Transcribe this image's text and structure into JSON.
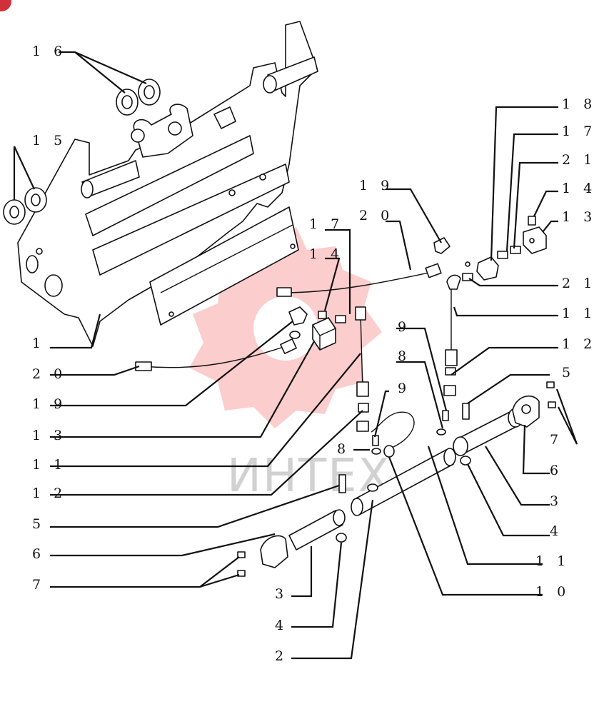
{
  "watermark": {
    "text": "ИНТЕХ",
    "color": "#ef4d4d"
  },
  "callouts": [
    {
      "id": "c16",
      "text": "1 6"
    },
    {
      "id": "c15",
      "text": "1 5"
    },
    {
      "id": "c1",
      "text": "1"
    },
    {
      "id": "c20a",
      "text": "2 0"
    },
    {
      "id": "c19a",
      "text": "1 9"
    },
    {
      "id": "c13a",
      "text": "1 3"
    },
    {
      "id": "c11a",
      "text": "1 1"
    },
    {
      "id": "c12a",
      "text": "1 2"
    },
    {
      "id": "c5a",
      "text": "5"
    },
    {
      "id": "c6a",
      "text": "6"
    },
    {
      "id": "c7a",
      "text": "7"
    },
    {
      "id": "c3a",
      "text": "3"
    },
    {
      "id": "c4a",
      "text": "4"
    },
    {
      "id": "c2",
      "text": "2"
    },
    {
      "id": "c17a",
      "text": "1 7"
    },
    {
      "id": "c14a",
      "text": "1 4"
    },
    {
      "id": "c19b",
      "text": "1 9"
    },
    {
      "id": "c20b",
      "text": "2 0"
    },
    {
      "id": "c18",
      "text": "1 8"
    },
    {
      "id": "c17b",
      "text": "1 7"
    },
    {
      "id": "c21a",
      "text": "2 1"
    },
    {
      "id": "c14b",
      "text": "1 4"
    },
    {
      "id": "c13b",
      "text": "1 3"
    },
    {
      "id": "c21b",
      "text": "2 1"
    },
    {
      "id": "c11b",
      "text": "1 1"
    },
    {
      "id": "c12b",
      "text": "1 2"
    },
    {
      "id": "c9a",
      "text": "9"
    },
    {
      "id": "c8a",
      "text": "8"
    },
    {
      "id": "c9b",
      "text": "9"
    },
    {
      "id": "c8b",
      "text": "8"
    },
    {
      "id": "c5b",
      "text": "5"
    },
    {
      "id": "c7b",
      "text": "7"
    },
    {
      "id": "c6b",
      "text": "6"
    },
    {
      "id": "c3b",
      "text": "3"
    },
    {
      "id": "c4b",
      "text": "4"
    },
    {
      "id": "c11c",
      "text": "1 1"
    },
    {
      "id": "c10",
      "text": "1 0"
    }
  ]
}
